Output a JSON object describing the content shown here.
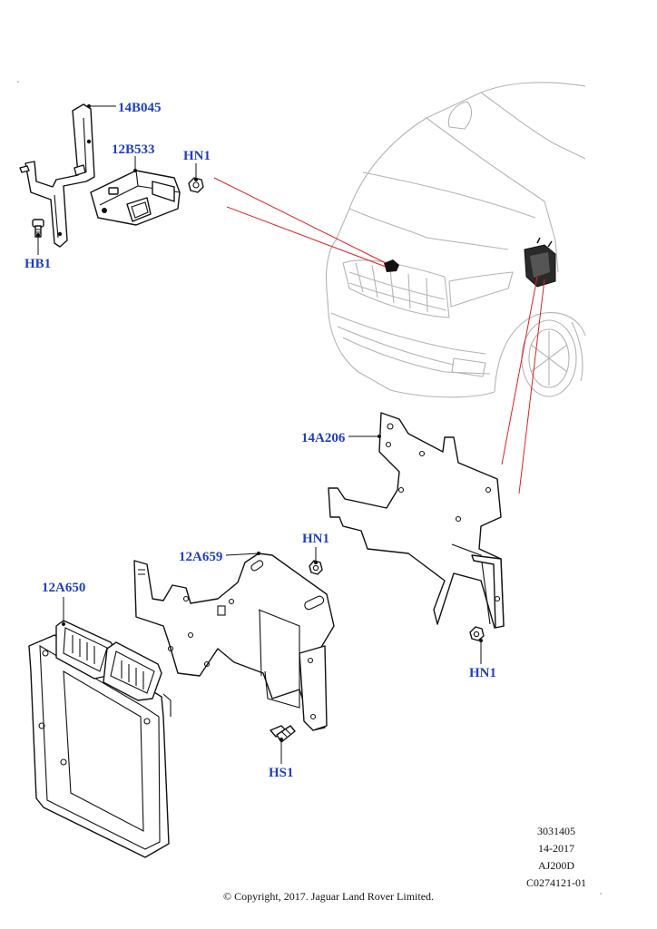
{
  "callouts": {
    "c14B045": "14B045",
    "c12B533": "12B533",
    "cHN1_top": "HN1",
    "cHB1": "HB1",
    "c14A206": "14A206",
    "cHN1_mid": "HN1",
    "c12A659": "12A659",
    "c12A650": "12A650",
    "cHN1_right": "HN1",
    "cHS1": "HS1"
  },
  "meta": [
    "3031405",
    "14-2017",
    "AJ200D",
    "C0274121-01"
  ],
  "copyright": "© Copyright, 2017. Jaguar Land Rover Limited.",
  "colors": {
    "callout": "#1f3fbf",
    "leader_red": "#e02020",
    "vehicle_outline": "#b4b4b4"
  }
}
